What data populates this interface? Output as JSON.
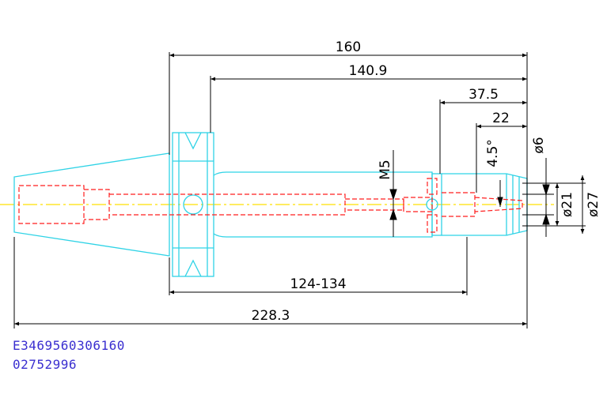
{
  "colors": {
    "outline": "#2fd3e6",
    "hidden": "#ff1f1f",
    "centerline": "#ffe000",
    "dimension": "#000000",
    "code_text": "#3a2fd0"
  },
  "dimensions": {
    "total_from_flange": "160",
    "from_collar": "140.9",
    "nose_length": "37.5",
    "bore_depth": "22",
    "thread": "M5",
    "taper_angle": "4.5°",
    "clamp_dia": "ø6",
    "inner_dia": "ø21",
    "outer_dia": "ø27",
    "adjust_range": "124-134",
    "overall_length": "228.3"
  },
  "codes": {
    "article_number": "E3469560306160",
    "order_number": "02752996"
  }
}
